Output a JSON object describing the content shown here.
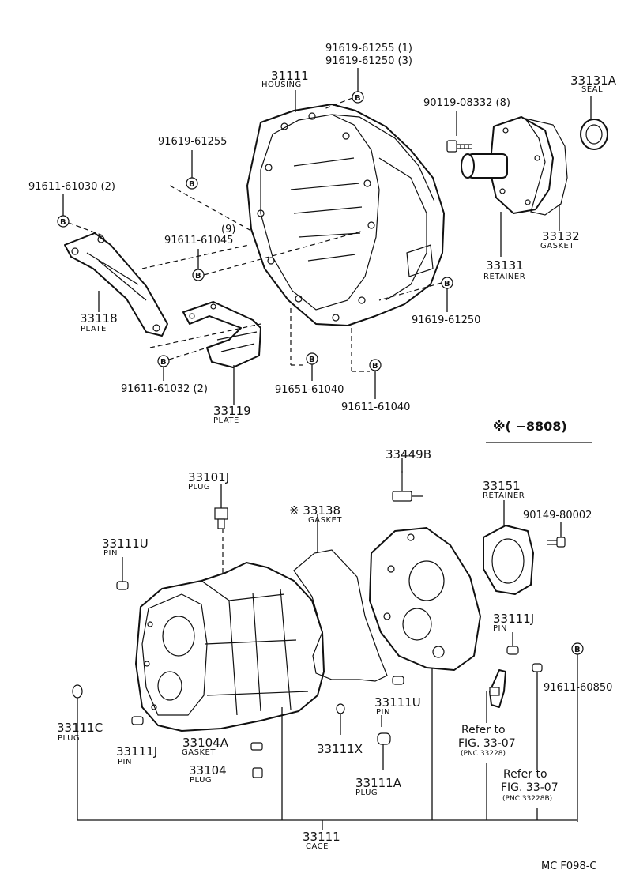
{
  "labels": {
    "p91619_61255_1": "91619-61255 (1)",
    "p91619_61250_3": "91619-61250 (3)",
    "p31111": "31111",
    "housing": "HOUSING",
    "p33131A": "33131A",
    "seal": "SEAL",
    "p90119_08332": "90119-08332 (8)",
    "p91619_61255": "91619-61255",
    "p91611_61030": "91611-61030 (2)",
    "n9": "(9)",
    "p91611_61045": "91611-61045",
    "p33132": "33132",
    "gasket_a": "GASKET",
    "p33131": "33131",
    "retainer_a": "RETAINER",
    "p33118": "33118",
    "plate_a": "PLATE",
    "p91619_61250": "91619-61250",
    "p91611_61032": "91611-61032 (2)",
    "p91651_61040": "91651-61040",
    "p91611_61040": "91611-61040",
    "p33119": "33119",
    "plate_b": "PLATE",
    "range_note": "※(     −8808)",
    "p33449B": "33449B",
    "p33101J": "33101J",
    "plug_a": "PLUG",
    "p33138": "※ 33138",
    "gasket_b": "GASKET",
    "p33151": "33151",
    "retainer_b": "RETAINER",
    "p90149_80002": "90149-80002",
    "p33111U_a": "33111U",
    "pin_a": "PIN",
    "p33111J_a": "33111J",
    "pin_b": "PIN",
    "p91611_60850": "91611-60850",
    "p33111U_b": "33111U",
    "pin_c": "PIN",
    "p33111C": "33111C",
    "plug_b": "PLUG",
    "p33104A": "33104A",
    "gasket_c": "GASKET",
    "p33111X": "33111X",
    "p33111J_b": "33111J",
    "pin_d": "PIN",
    "refer_a": "Refer to",
    "fig_a": "FIG. 33-07",
    "pnc_a": "(PNC 33228)",
    "p33104": "33104",
    "plug_c": "PLUG",
    "p33111A": "33111A",
    "plug_d": "PLUG",
    "refer_b": "Refer to",
    "fig_b": "FIG. 33-07",
    "pnc_b": "(PNC 33228B)",
    "p33111": "33111",
    "cace": "CACE",
    "footer": "MC  F098-C",
    "b": "B"
  }
}
